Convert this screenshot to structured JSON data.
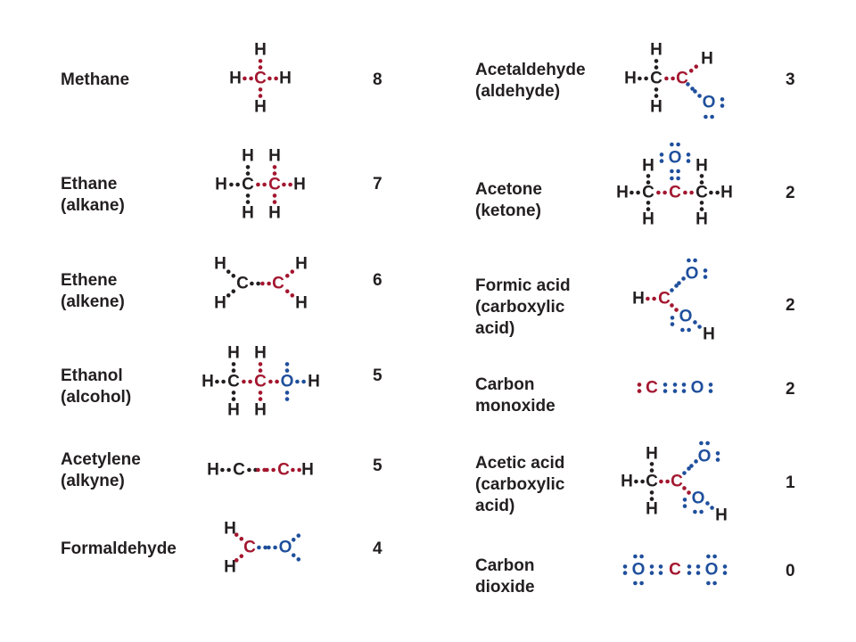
{
  "colors": {
    "text": "#231f20",
    "highlight_carbon": "#a3172f",
    "oxygen": "#1f4f9c",
    "background": "#ffffff"
  },
  "left_column": [
    {
      "name_lines": [
        "Methane"
      ],
      "value": "8"
    },
    {
      "name_lines": [
        "Ethane",
        "(alkane)"
      ],
      "value": "7"
    },
    {
      "name_lines": [
        "Ethene",
        "(alkene)"
      ],
      "value": "6"
    },
    {
      "name_lines": [
        "Ethanol",
        "(alcohol)"
      ],
      "value": "5"
    },
    {
      "name_lines": [
        "Acetylene",
        "(alkyne)"
      ],
      "value": "5"
    },
    {
      "name_lines": [
        "Formaldehyde"
      ],
      "value": "4"
    }
  ],
  "right_column": [
    {
      "name_lines": [
        "Acetaldehyde",
        "(aldehyde)"
      ],
      "value": "3"
    },
    {
      "name_lines": [
        "Acetone",
        "(ketone)"
      ],
      "value": "2"
    },
    {
      "name_lines": [
        "Formic acid",
        "(carboxylic",
        "acid)"
      ],
      "value": "2"
    },
    {
      "name_lines": [
        "Carbon",
        "monoxide"
      ],
      "value": "2"
    },
    {
      "name_lines": [
        "Acetic acid",
        "(carboxylic",
        "acid)"
      ],
      "value": "1"
    },
    {
      "name_lines": [
        "Carbon",
        "dioxide"
      ],
      "value": "0"
    }
  ],
  "atom_symbols": {
    "hydrogen": "H",
    "carbon": "C",
    "oxygen": "O"
  }
}
